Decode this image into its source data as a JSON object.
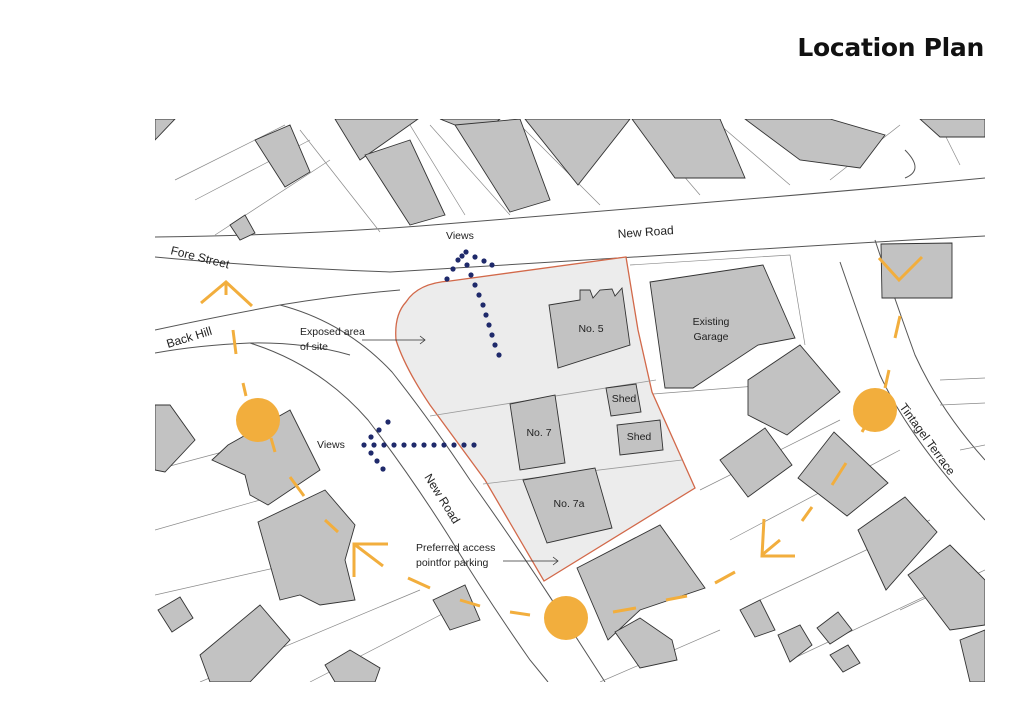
{
  "title": "Location Plan",
  "colors": {
    "site_outline": "#d2694a",
    "site_fill": "#ececec",
    "building_fill": "#c2c2c2",
    "views_dots": "#1f2a6b",
    "sun_path": "#f2ae3d"
  },
  "streets": {
    "new_road_north": "New Road",
    "new_road_west": "New Road",
    "fore_street": "Fore Street",
    "back_hill": "Back Hill",
    "tintagel_terrace": "Tintagel Terrace"
  },
  "buildings": {
    "no5": "No. 5",
    "no7": "No. 7",
    "no7a": "No. 7a",
    "shed1": "Shed",
    "shed2": "Shed",
    "garage_line1": "Existing",
    "garage_line2": "Garage"
  },
  "annotations": {
    "views_north": "Views",
    "views_west": "Views",
    "exposed_line1": "Exposed area",
    "exposed_line2": "of site",
    "access_line1": "Preferred access",
    "access_line2": "pointfor parking"
  }
}
